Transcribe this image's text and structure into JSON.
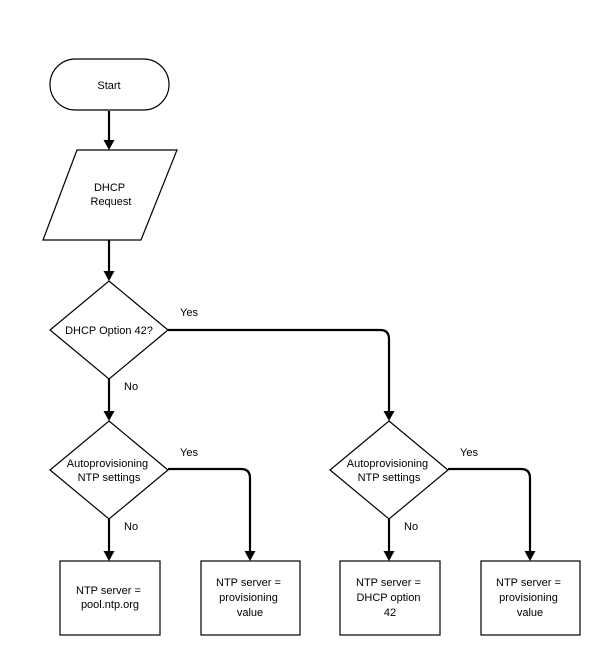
{
  "diagram": {
    "nodes": {
      "start": {
        "lines": [
          "Start"
        ]
      },
      "dhcp_request": {
        "lines": [
          "DHCP",
          "Request"
        ]
      },
      "option42_decision": {
        "lines": [
          "DHCP Option 42?"
        ]
      },
      "autoprov_left": {
        "lines": [
          "Autoprovisioning",
          "NTP settings"
        ]
      },
      "autoprov_right": {
        "lines": [
          "Autoprovisioning",
          "NTP settings"
        ]
      },
      "ntp_pool": {
        "lines": [
          "NTP server =",
          "pool.ntp.org"
        ]
      },
      "ntp_prov_left": {
        "lines": [
          "NTP server =",
          "provisioning",
          "value"
        ]
      },
      "ntp_dhcp42": {
        "lines": [
          "NTP server =",
          "DHCP option",
          "42"
        ]
      },
      "ntp_prov_right": {
        "lines": [
          "NTP server =",
          "provisioning",
          "value"
        ]
      }
    },
    "edge_labels": {
      "option42_yes": "Yes",
      "option42_no": "No",
      "autoprov_left_yes": "Yes",
      "autoprov_left_no": "No",
      "autoprov_right_yes": "Yes",
      "autoprov_right_no": "No"
    }
  }
}
